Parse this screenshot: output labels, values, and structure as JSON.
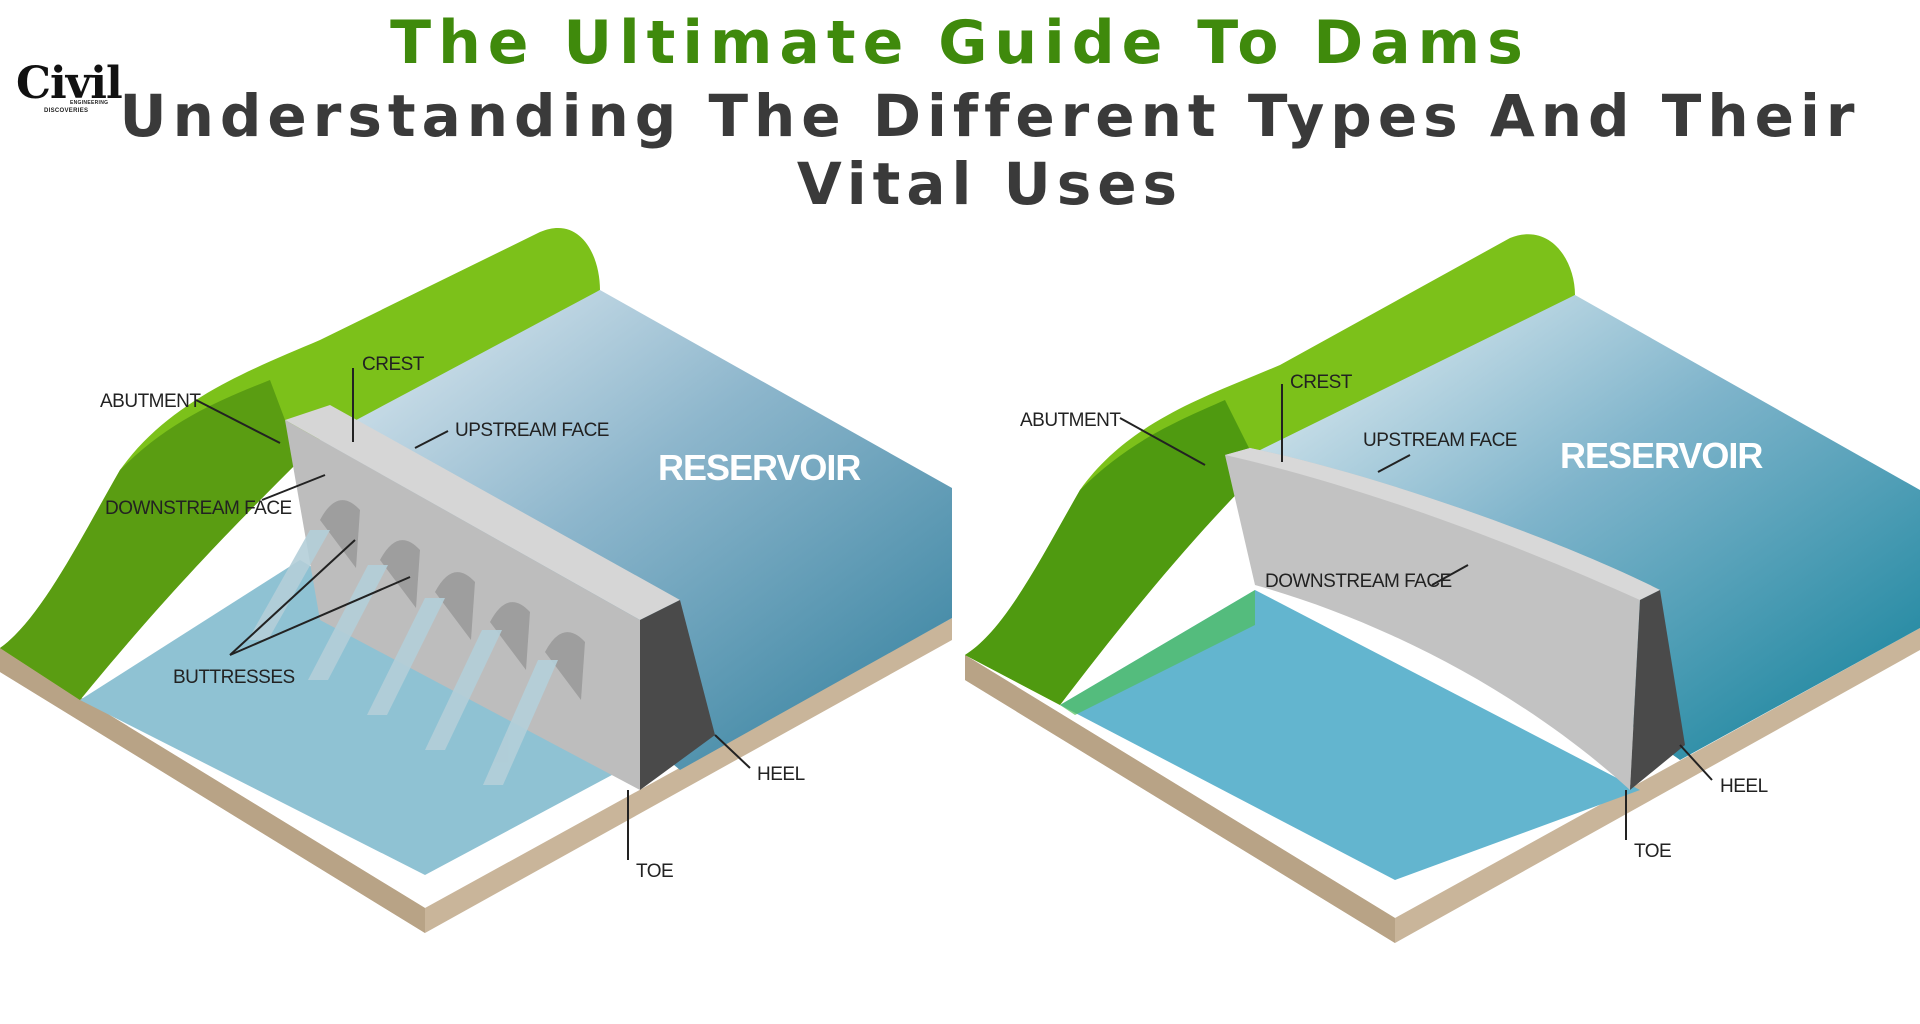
{
  "header": {
    "title": "The Ultimate Guide To Dams",
    "subtitle": "Understanding The Different Types And Their Vital Uses"
  },
  "logo": {
    "word": "Civil",
    "line1": "ENGINEERING",
    "line2": "DISCOVERIES"
  },
  "diagrams": [
    {
      "type": "buttress-dam",
      "labels": {
        "crest": "CREST",
        "abutment": "ABUTMENT",
        "upstream_face": "UPSTREAM FACE",
        "reservoir": "RESERVOIR",
        "downstream_face": "DOWNSTREAM FACE",
        "buttresses": "BUTTRESSES",
        "heel": "HEEL",
        "toe": "TOE"
      }
    },
    {
      "type": "arch-dam",
      "labels": {
        "crest": "CREST",
        "abutment": "ABUTMENT",
        "upstream_face": "UPSTREAM FACE",
        "reservoir": "RESERVOIR",
        "downstream_face": "DOWNSTREAM FACE",
        "heel": "HEEL",
        "toe": "TOE"
      }
    }
  ],
  "colors": {
    "title_green": "#3f8a0c",
    "subtitle_gray": "#3a3a3a",
    "hill_green": "#7cc11a",
    "concrete": "#c7c7c7",
    "water_deep": "#2f8fb0",
    "water_shallow": "#8fc7d8",
    "ground": "#c9b59a"
  }
}
